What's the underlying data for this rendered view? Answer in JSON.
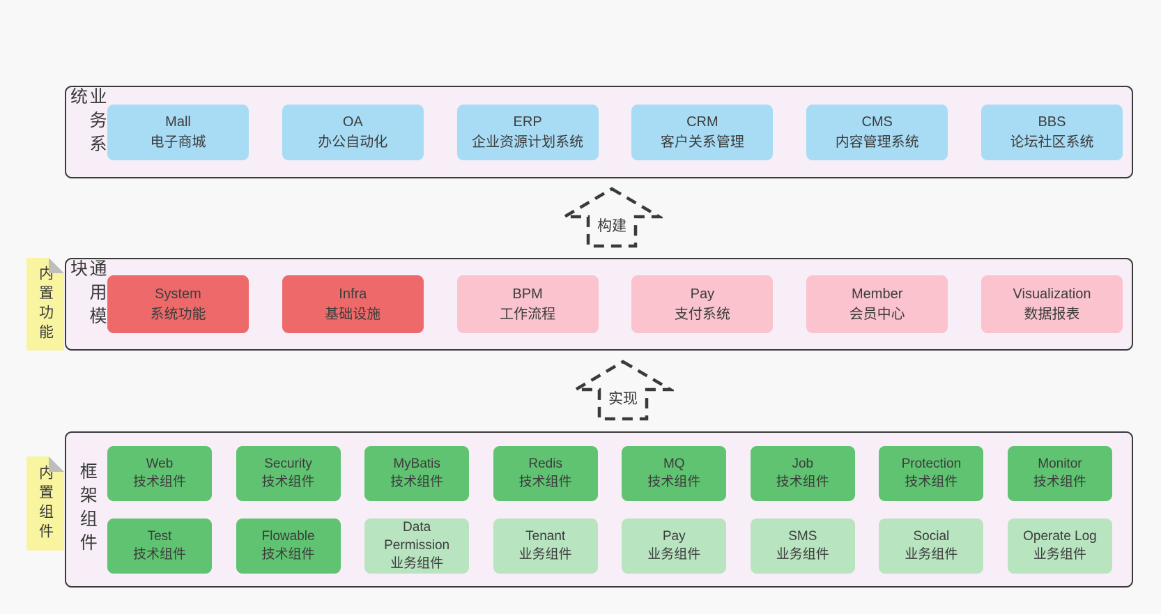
{
  "colors": {
    "blue": "#a8dcf5",
    "red": "#ee6a6a",
    "pink": "#fac3cd",
    "green": "#5fc371",
    "lightgreen": "#b8e4c0",
    "band_bg": "#f8eef7",
    "sticky_bg": "#f8f4a0",
    "page_bg": "#f8f8f8",
    "border": "#3a3a3a"
  },
  "arrows": [
    {
      "label": "构建"
    },
    {
      "label": "实现"
    }
  ],
  "bands": [
    {
      "side_label": "业务系统",
      "boxes": [
        {
          "name": "Mall",
          "desc": "电子商城",
          "variant": "blue"
        },
        {
          "name": "OA",
          "desc": "办公自动化",
          "variant": "blue"
        },
        {
          "name": "ERP",
          "desc": "企业资源计划系统",
          "variant": "blue"
        },
        {
          "name": "CRM",
          "desc": "客户关系管理",
          "variant": "blue"
        },
        {
          "name": "CMS",
          "desc": "内容管理系统",
          "variant": "blue"
        },
        {
          "name": "BBS",
          "desc": "论坛社区系统",
          "variant": "blue"
        }
      ]
    },
    {
      "side_label": "通用模块",
      "sticky": "内置功能",
      "boxes": [
        {
          "name": "System",
          "desc": "系统功能",
          "variant": "red"
        },
        {
          "name": "Infra",
          "desc": "基础设施",
          "variant": "red"
        },
        {
          "name": "BPM",
          "desc": "工作流程",
          "variant": "pink"
        },
        {
          "name": "Pay",
          "desc": "支付系统",
          "variant": "pink"
        },
        {
          "name": "Member",
          "desc": "会员中心",
          "variant": "pink"
        },
        {
          "name": "Visualization",
          "desc": "数据报表",
          "variant": "pink"
        }
      ]
    },
    {
      "side_label": "框架组件",
      "sticky": "内置组件",
      "rows": [
        [
          {
            "name": "Web",
            "desc": "技术组件",
            "variant": "green"
          },
          {
            "name": "Security",
            "desc": "技术组件",
            "variant": "green"
          },
          {
            "name": "MyBatis",
            "desc": "技术组件",
            "variant": "green"
          },
          {
            "name": "Redis",
            "desc": "技术组件",
            "variant": "green"
          },
          {
            "name": "MQ",
            "desc": "技术组件",
            "variant": "green"
          },
          {
            "name": "Job",
            "desc": "技术组件",
            "variant": "green"
          },
          {
            "name": "Protection",
            "desc": "技术组件",
            "variant": "green"
          },
          {
            "name": "Monitor",
            "desc": "技术组件",
            "variant": "green"
          }
        ],
        [
          {
            "name": "Test",
            "desc": "技术组件",
            "variant": "green"
          },
          {
            "name": "Flowable",
            "desc": "技术组件",
            "variant": "green"
          },
          {
            "name": "Data Permission",
            "desc": "业务组件",
            "variant": "lightgreen"
          },
          {
            "name": "Tenant",
            "desc": "业务组件",
            "variant": "lightgreen"
          },
          {
            "name": "Pay",
            "desc": "业务组件",
            "variant": "lightgreen"
          },
          {
            "name": "SMS",
            "desc": "业务组件",
            "variant": "lightgreen"
          },
          {
            "name": "Social",
            "desc": "业务组件",
            "variant": "lightgreen"
          },
          {
            "name": "Operate Log",
            "desc": "业务组件",
            "variant": "lightgreen"
          }
        ]
      ]
    }
  ]
}
